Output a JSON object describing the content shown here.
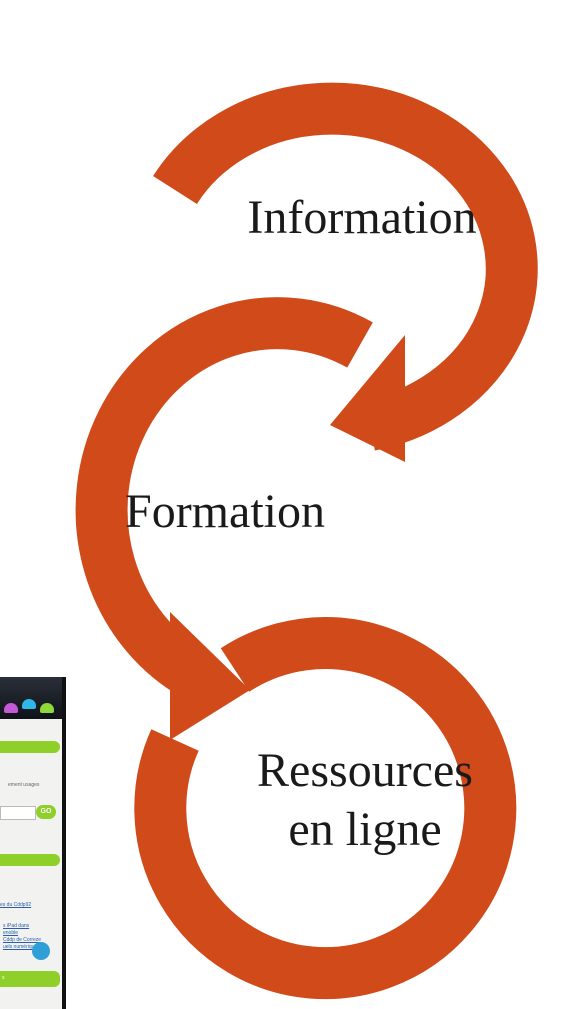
{
  "nodes": [
    {
      "id": "information",
      "label": "Information",
      "lines": [
        "Information"
      ]
    },
    {
      "id": "formation",
      "label": "Formation",
      "lines": [
        "Formation"
      ]
    },
    {
      "id": "ressources",
      "label": "Ressources en ligne",
      "lines": [
        "Ressources",
        "en ligne"
      ]
    }
  ],
  "connector_color": "#d04a1a",
  "thumbnail": {
    "search_button_label": "GO",
    "snippet_lines": [
      "ement usages",
      "es du Cddp92",
      "s iPad dans",
      "enoble",
      "Cddp de Correze",
      "uels numériques du"
    ],
    "footer_snippet": "s"
  }
}
